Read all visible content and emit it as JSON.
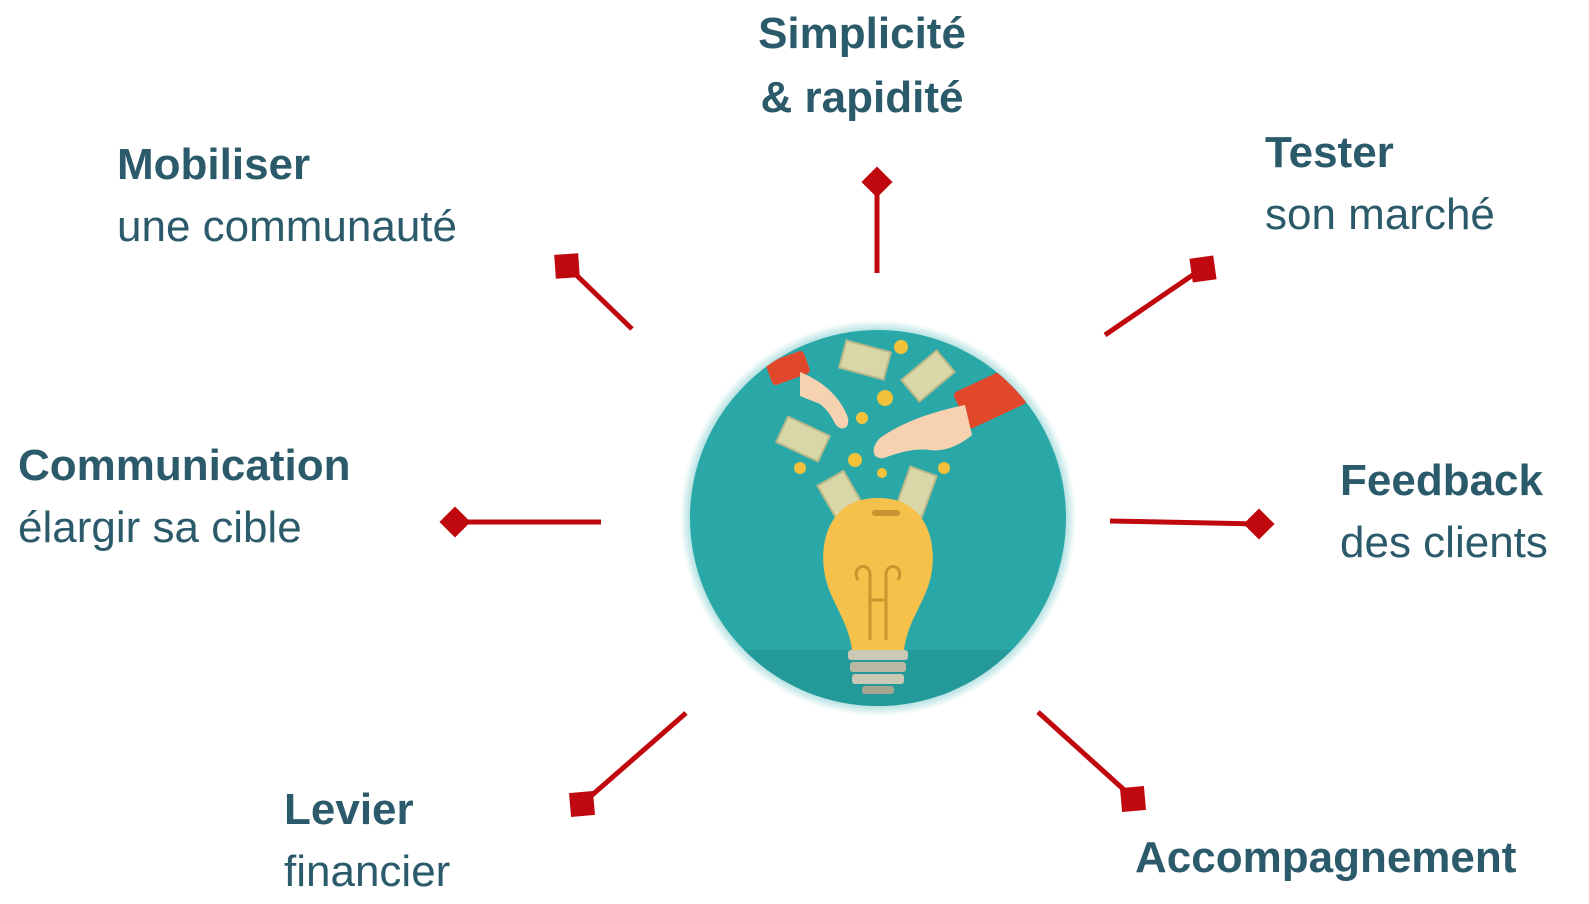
{
  "colors": {
    "text": "#2b5a6b",
    "connector": "#c0080f",
    "circle": "#2aa8a8",
    "bulb": "#f5c14a",
    "money": "#d9d7a8",
    "coin": "#f3c23a",
    "sleeve": "#e1472b",
    "skin": "#f6d2b0"
  },
  "center_illustration": {
    "icon": "lightbulb-piggy-bank-hands-money-icon"
  },
  "items": [
    {
      "id": "simplicite",
      "title": "Simplicité",
      "subtitle": "& rapidité",
      "marker": "diamond"
    },
    {
      "id": "tester",
      "title": "Tester",
      "subtitle": "son marché",
      "marker": "square"
    },
    {
      "id": "feedback",
      "title": "Feedback",
      "subtitle": "des clients",
      "marker": "diamond"
    },
    {
      "id": "accompagnement",
      "title": "Accompagnement",
      "subtitle": "",
      "marker": "square"
    },
    {
      "id": "levier",
      "title": "Levier",
      "subtitle": "financier",
      "marker": "square"
    },
    {
      "id": "communication",
      "title": "Communication",
      "subtitle": "élargir sa cible",
      "marker": "diamond"
    },
    {
      "id": "mobiliser",
      "title": "Mobiliser",
      "subtitle": "une communauté",
      "marker": "square"
    }
  ]
}
